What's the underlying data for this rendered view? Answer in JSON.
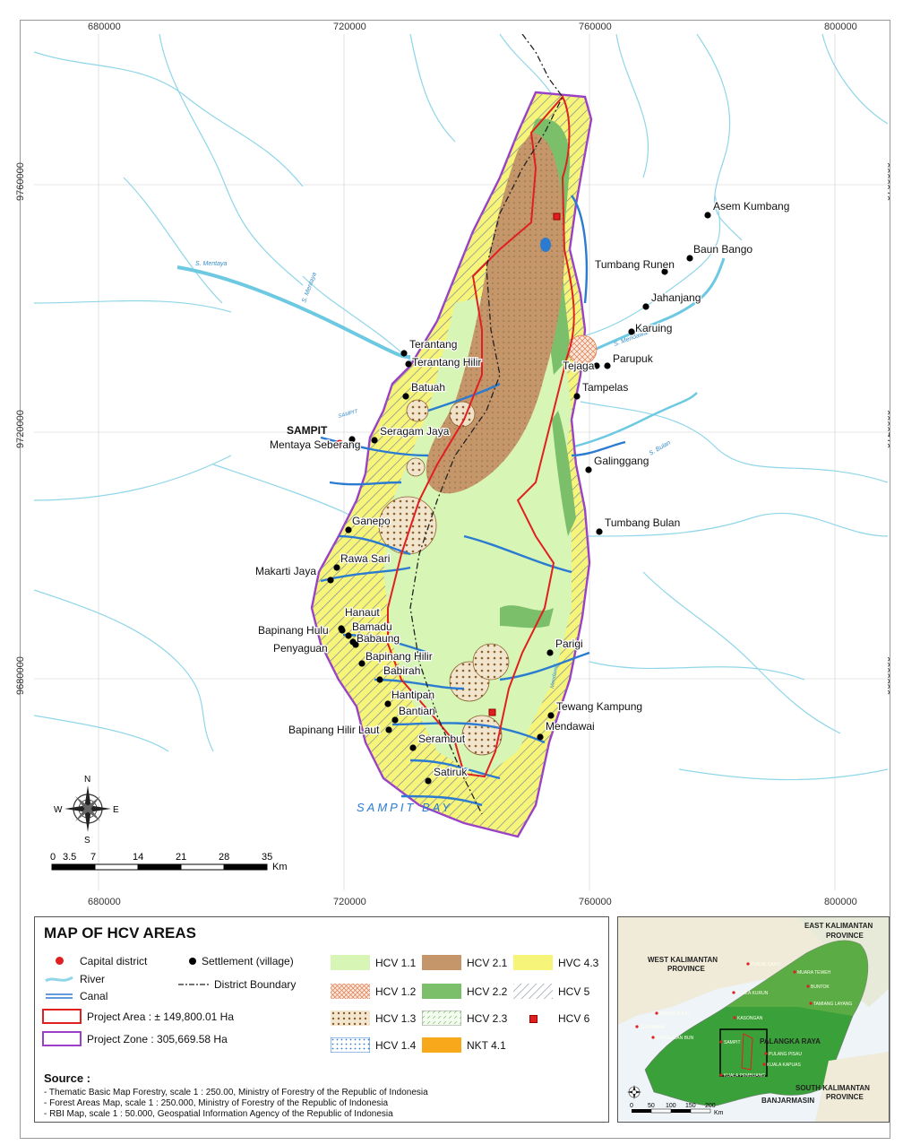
{
  "grid": {
    "x_labels": [
      "680000",
      "720000",
      "760000",
      "800000"
    ],
    "y_labels": [
      "9760000",
      "9720000",
      "9680000"
    ]
  },
  "map": {
    "capital": "SAMPIT",
    "bay": "SAMPIT BAY",
    "villages": [
      "Asem Kumbang",
      "Baun Bango",
      "Tumbang Runen",
      "Jahanjang",
      "Karuing",
      "Terantang",
      "Terantang Hilir",
      "Tejaga",
      "Parupuk",
      "Batuah",
      "Tampelas",
      "Mentaya Seberang",
      "Seragam Jaya",
      "Galinggang",
      "Ganepo",
      "Tumbang Bulan",
      "Rawa Sari",
      "Makarti Jaya",
      "Hanaut",
      "Bapinang Hulu",
      "Bamadu",
      "Babaung",
      "Penyaguan",
      "Parigi",
      "Bapinang Hilir",
      "Babirah",
      "Hantipan",
      "Tewang Kampung",
      "Bantian",
      "Bapinang Hilir Laut",
      "Mendawai",
      "Serambut",
      "Satiruk"
    ],
    "river_labels": [
      "S. Mentaya",
      "S. Mentaya",
      "S. Mendawai",
      "SAMPIT",
      "S. Bulan",
      "Mendawai"
    ],
    "compass": {
      "n": "N",
      "s": "S",
      "e": "E",
      "w": "W"
    },
    "scale": {
      "ticks": [
        "0",
        "3.5",
        "7",
        "14",
        "21",
        "28",
        "35"
      ],
      "unit": "Km"
    }
  },
  "legend": {
    "title": "MAP OF HCV AREAS",
    "items": {
      "capital": "Capital district",
      "settlement": "Settlement (village)",
      "river": "River",
      "boundary": "District Boundary",
      "canal": "Canal",
      "project_area": "Project Area : ± 149,800.01 Ha",
      "project_zone": "Project Zone : 305,669.58 Ha",
      "hcv11": "HCV 1.1",
      "hcv12": "HCV 1.2",
      "hcv13": "HCV 1.3",
      "hcv14": "HCV 1.4",
      "hcv21": "HCV 2.1",
      "hcv22": "HCV 2.2",
      "hcv23": "HCV 2.3",
      "nkt41": "NKT 4.1",
      "hvc43": "HVC 4.3",
      "hcv5": "HCV 5",
      "hcv6": "HCV 6"
    },
    "colors": {
      "hcv11": "#d7f5b5",
      "hcv21": "#c4966a",
      "hcv22": "#7bbf6a",
      "hcv43": "#f7f47a",
      "nkt41": "#f7a81b",
      "project_area": "#e02020",
      "project_zone": "#9b3fc9",
      "river": "#8fd6e8",
      "canal": "#2b7bd1"
    },
    "source_title": "Source :",
    "sources": [
      "- Thematic Basic Map Forestry, scale 1 : 250.00, Ministry of Forestry of the Republic of Indonesia",
      "- Forest Areas Map, scale 1 : 250.000, Ministry of Forestry of the Republic of Indonesia",
      "- RBI Map, scale 1 : 50.000, Geospatial Information Agency of the Republic of Indonesia"
    ]
  },
  "inset": {
    "labels": {
      "east_kal": "EAST KALIMANTAN",
      "east_prov": "PROVINCE",
      "west_kal": "WEST KALIMANTAN",
      "west_prov": "PROVINCE",
      "south_kal": "SOUTH KALIMANTAN",
      "south_prov": "PROVINCE",
      "palangka": "PALANGKA RAYA",
      "banjarmasin": "BANJARMASIN"
    },
    "towns": [
      "PURUK CAHU",
      "MUARA TEWEH",
      "KUALA KURUN",
      "BUNTOK",
      "KASONGAN",
      "TAMIANG LAYANG",
      "NANGA BULIK",
      "SUKAMARA",
      "PANGKALAN BUN",
      "SAMPIT",
      "PULANG PISAU",
      "KUALA KAPUAS",
      "KUALA PEMBUANG"
    ],
    "scale": {
      "ticks": [
        "0",
        "50",
        "100",
        "150",
        "200"
      ],
      "unit": "Km"
    }
  }
}
